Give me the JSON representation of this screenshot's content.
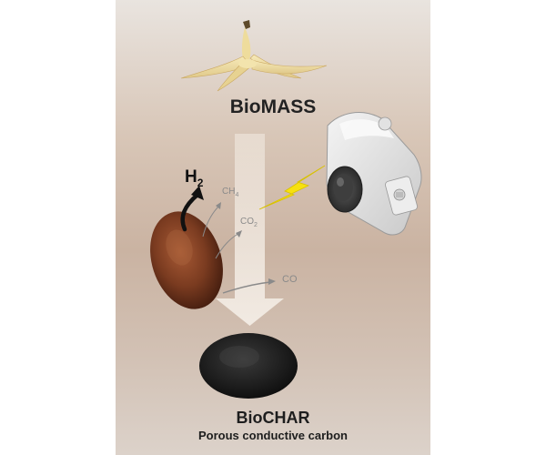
{
  "biomass": {
    "title": "BioMASS"
  },
  "biochar": {
    "title": "BioCHAR",
    "subtitle": "Porous conductive carbon"
  },
  "gases": {
    "h2": {
      "base": "H",
      "sub": "2"
    },
    "ch4": {
      "base": "CH",
      "sub": "4"
    },
    "co2": {
      "base": "CO",
      "sub": "2"
    },
    "co": {
      "base": "CO",
      "sub": ""
    }
  },
  "colors": {
    "background_top": "#e9e4df",
    "background_mid": "#cab3a2",
    "process_arrow": "#f3ece4",
    "lightning": "#f7e10f",
    "biomass_disc": "#7a3b20",
    "biochar_disc": "#1f1f1f",
    "gas_label": "#8a8a8a"
  },
  "icons": {
    "biomass": "banana-peel-icon",
    "light_source": "camera-flash-icon",
    "energy": "lightning-bolt-icon"
  }
}
